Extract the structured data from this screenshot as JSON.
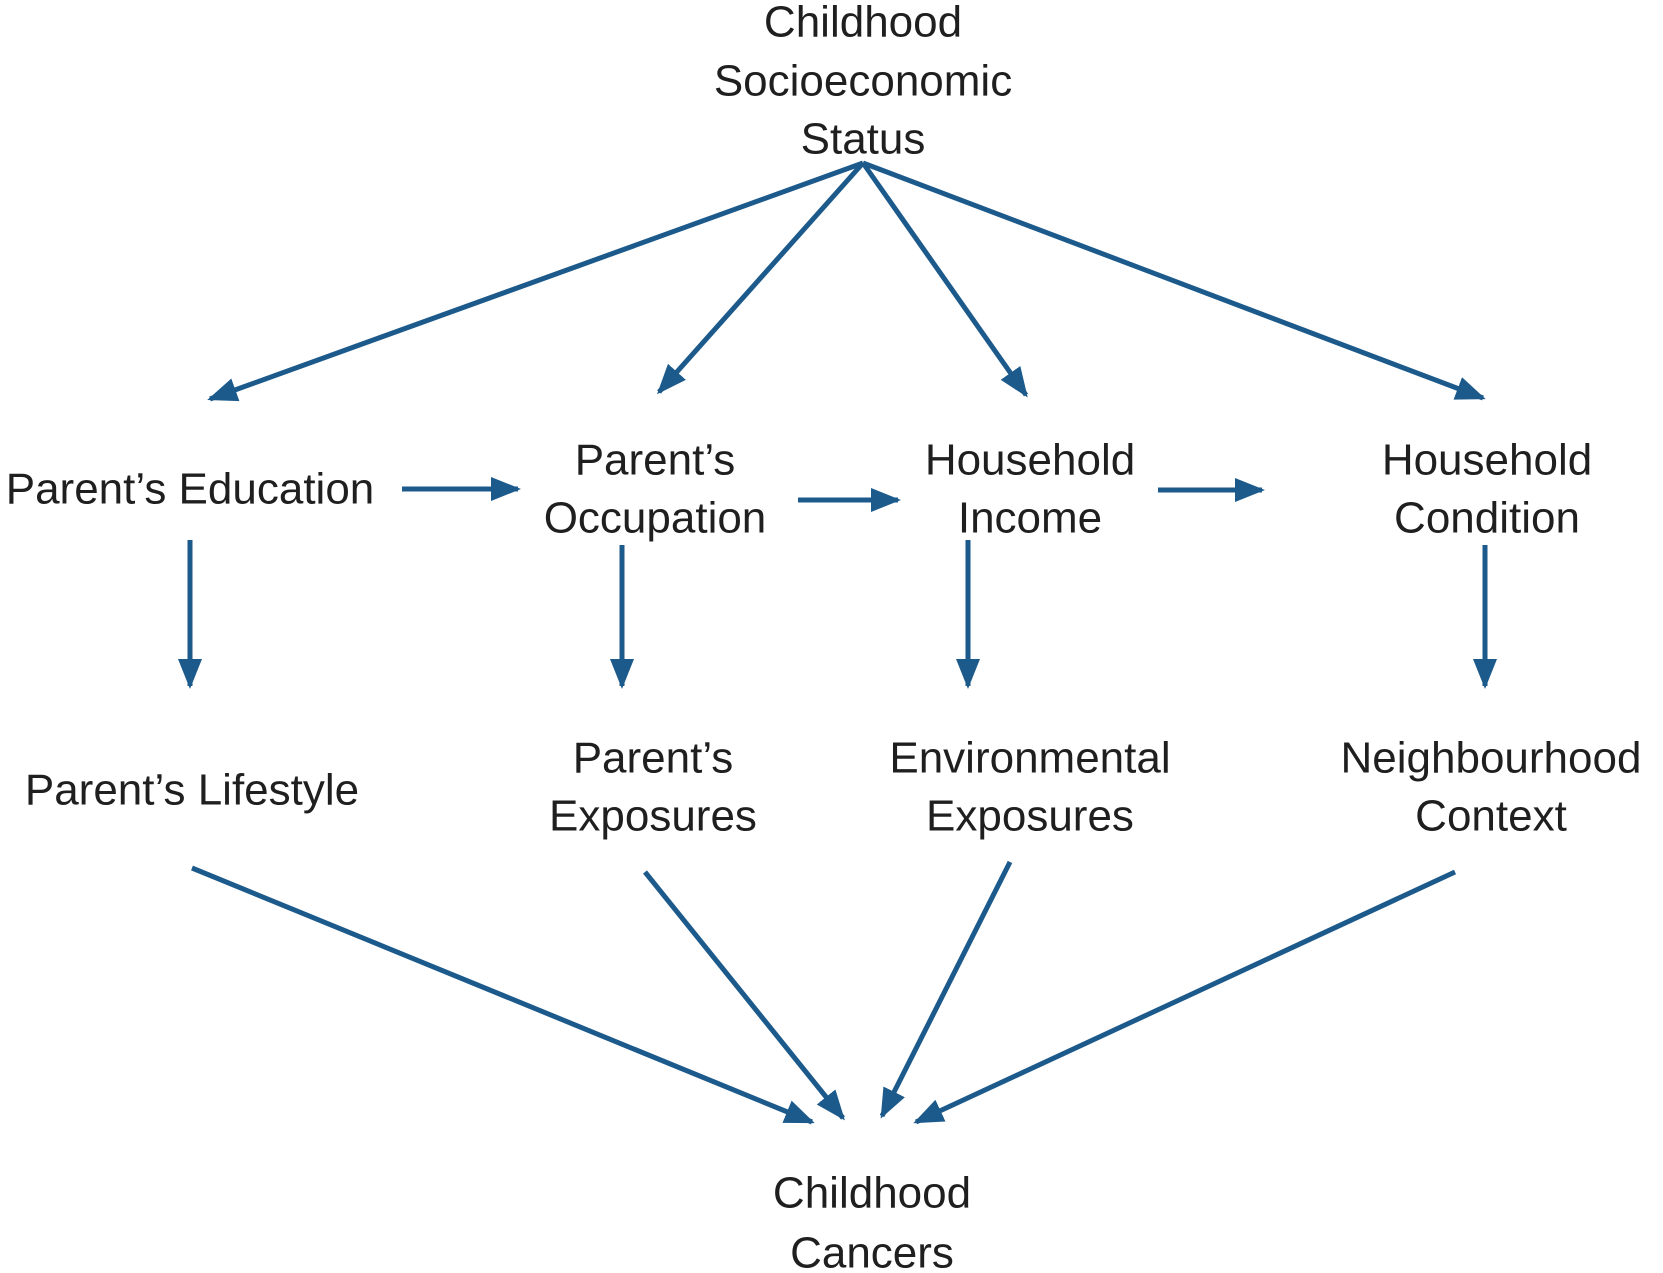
{
  "diagram": {
    "title": "Childhood socioeconomic status and childhood cancers pathway diagram",
    "background_color": "#ffffff",
    "arrow_color": "#1D5A8C",
    "text_color": "#1f1f1f",
    "nodes": {
      "childhood_ses": {
        "lines": [
          "Childhood",
          "Socioeconomic",
          "Status"
        ]
      },
      "parents_education": {
        "label": "Parent’s Education"
      },
      "parents_occupation": {
        "lines": [
          "Parent’s",
          "Occupation"
        ]
      },
      "household_income": {
        "lines": [
          "Household",
          "Income"
        ]
      },
      "household_condition": {
        "lines": [
          "Household",
          "Condition"
        ]
      },
      "parents_lifestyle": {
        "label": "Parent’s Lifestyle"
      },
      "parents_exposures": {
        "lines": [
          "Parent’s",
          "Exposures"
        ]
      },
      "environmental_exposures": {
        "lines": [
          "Environmental",
          "Exposures"
        ]
      },
      "neighbourhood_context": {
        "lines": [
          "Neighbourhood",
          "Context"
        ]
      },
      "childhood_cancers": {
        "lines": [
          "Childhood",
          "Cancers"
        ]
      }
    },
    "edges": [
      {
        "from": "childhood_ses",
        "to": "parents_education"
      },
      {
        "from": "childhood_ses",
        "to": "parents_occupation"
      },
      {
        "from": "childhood_ses",
        "to": "household_income"
      },
      {
        "from": "childhood_ses",
        "to": "household_condition"
      },
      {
        "from": "parents_education",
        "to": "parents_occupation"
      },
      {
        "from": "parents_occupation",
        "to": "household_income"
      },
      {
        "from": "household_income",
        "to": "household_condition"
      },
      {
        "from": "parents_education",
        "to": "parents_lifestyle"
      },
      {
        "from": "parents_occupation",
        "to": "parents_exposures"
      },
      {
        "from": "household_income",
        "to": "environmental_exposures"
      },
      {
        "from": "household_condition",
        "to": "neighbourhood_context"
      },
      {
        "from": "parents_lifestyle",
        "to": "childhood_cancers"
      },
      {
        "from": "parents_exposures",
        "to": "childhood_cancers"
      },
      {
        "from": "environmental_exposures",
        "to": "childhood_cancers"
      },
      {
        "from": "neighbourhood_context",
        "to": "childhood_cancers"
      }
    ]
  }
}
